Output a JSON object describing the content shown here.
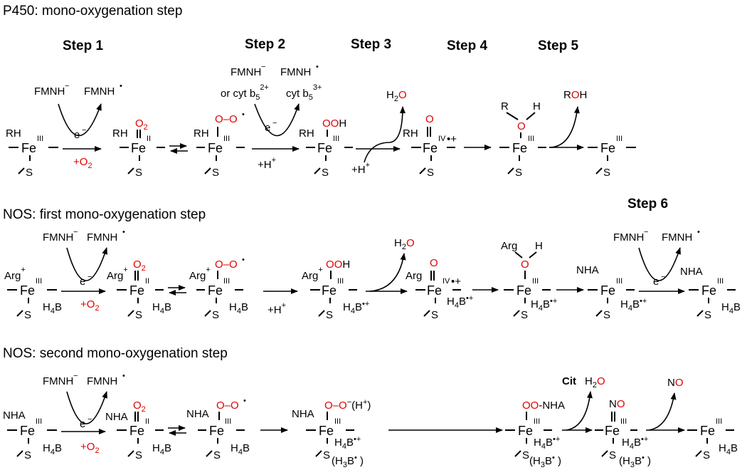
{
  "titles": {
    "p450": "P450: mono-oxygenation step",
    "nos1": "NOS: first mono-oxygenation step",
    "nos2": "NOS: second mono-oxygenation step"
  },
  "steps": [
    "Step 1",
    "Step 2",
    "Step 3",
    "Step 4",
    "Step 5",
    "Step 6"
  ],
  "common": {
    "fe": "Fe",
    "s": "S",
    "iii": "III",
    "ii": "II",
    "iv": "IV",
    "e": "e",
    "minus": "−",
    "fmnh_red": "FMNH",
    "fmnh_ox": "FMNH",
    "o2_plus": "+O",
    "o2_sub": "2",
    "hplus": "+H",
    "plus": "+",
    "h4b": "H",
    "h4b_sub": "4",
    "h4b_b": "B",
    "h3b": "(H",
    "h3b_sub": "3",
    "h3b_b": "B",
    "rad": "•",
    "radplus": "•+",
    "paren_close": " )"
  },
  "p450": {
    "rh": "RH",
    "or_cyt": "or cyt b",
    "cyt": "cyt b",
    "b5_sub": "5",
    "b5_sup_red": "2+",
    "b5_sup_ox": "3+",
    "h2o": "H",
    "h2o_o": "O",
    "r": "R",
    "h": "H",
    "roh_r": "R",
    "roh_o": "O",
    "roh_h": "H",
    "o": "O",
    "oh": "OH",
    "oo": "O–O",
    "oo2": "OO",
    "o2": "O",
    "cplus": "+"
  },
  "nos1": {
    "arg": "Arg",
    "nha": "NHA",
    "h": "H",
    "o": "O"
  },
  "nos2": {
    "nha": "NHA",
    "cit": "Cit",
    "no_n": "N",
    "no_o": "O",
    "oo_nha_oo": "OO",
    "oo_nha_tail": "-NHA",
    "hplus_paren": "(H",
    "hplus_close": ")"
  }
}
